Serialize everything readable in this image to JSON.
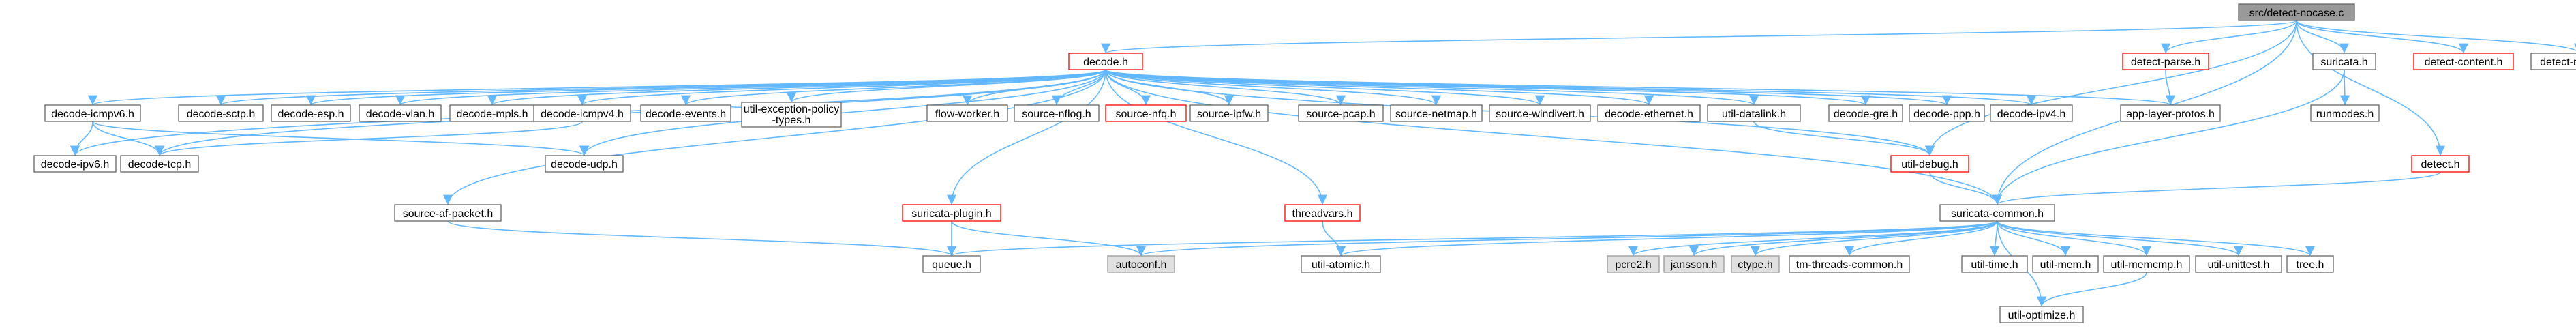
{
  "graph_title": "src/detect-nocase.c",
  "colors": {
    "edge": "#63b8ff",
    "node_border": "#666666",
    "node_fill": "#ffffff",
    "root_fill": "#999999",
    "red_border": "#ff0000",
    "system_fill": "#e0e0e0",
    "system_border": "#999999"
  },
  "nodes": [
    {
      "id": "n0",
      "label": "src/detect-nocase.c",
      "style": "root"
    },
    {
      "id": "n1",
      "label": "decode.h",
      "style": "red"
    },
    {
      "id": "n2",
      "label": "detect-parse.h",
      "style": "red"
    },
    {
      "id": "n3",
      "label": "suricata.h",
      "style": "normal"
    },
    {
      "id": "n4",
      "label": "detect-content.h",
      "style": "red"
    },
    {
      "id": "n5",
      "label": "detect-nocase.h",
      "style": "normal"
    },
    {
      "id": "n6",
      "label": "decode-icmpv6.h",
      "style": "normal"
    },
    {
      "id": "n7",
      "label": "decode-sctp.h",
      "style": "normal"
    },
    {
      "id": "n8",
      "label": "decode-esp.h",
      "style": "normal"
    },
    {
      "id": "n9",
      "label": "decode-vlan.h",
      "style": "normal"
    },
    {
      "id": "n10",
      "label": "decode-mpls.h",
      "style": "normal"
    },
    {
      "id": "n11",
      "label": "decode-icmpv4.h",
      "style": "normal"
    },
    {
      "id": "n12",
      "label": "decode-events.h",
      "style": "normal"
    },
    {
      "id": "n13",
      "label": "util-exception-policy-types.h",
      "style": "normal"
    },
    {
      "id": "n14",
      "label": "flow-worker.h",
      "style": "normal"
    },
    {
      "id": "n15",
      "label": "source-nflog.h",
      "style": "normal"
    },
    {
      "id": "n16",
      "label": "source-nfq.h",
      "style": "red"
    },
    {
      "id": "n17",
      "label": "source-ipfw.h",
      "style": "normal"
    },
    {
      "id": "n18",
      "label": "source-pcap.h",
      "style": "normal"
    },
    {
      "id": "n19",
      "label": "source-netmap.h",
      "style": "normal"
    },
    {
      "id": "n20",
      "label": "source-windivert.h",
      "style": "normal"
    },
    {
      "id": "n21",
      "label": "decode-ethernet.h",
      "style": "normal"
    },
    {
      "id": "n22",
      "label": "util-datalink.h",
      "style": "normal"
    },
    {
      "id": "n23",
      "label": "decode-gre.h",
      "style": "normal"
    },
    {
      "id": "n24",
      "label": "decode-ppp.h",
      "style": "normal"
    },
    {
      "id": "n25",
      "label": "decode-ipv4.h",
      "style": "normal"
    },
    {
      "id": "n26",
      "label": "app-layer-protos.h",
      "style": "normal"
    },
    {
      "id": "n27",
      "label": "runmodes.h",
      "style": "normal"
    },
    {
      "id": "n28",
      "label": "decode-ipv6.h",
      "style": "normal"
    },
    {
      "id": "n29",
      "label": "decode-tcp.h",
      "style": "normal"
    },
    {
      "id": "n30",
      "label": "decode-udp.h",
      "style": "normal"
    },
    {
      "id": "n31",
      "label": "util-debug.h",
      "style": "red"
    },
    {
      "id": "n32",
      "label": "detect.h",
      "style": "red"
    },
    {
      "id": "n33",
      "label": "source-af-packet.h",
      "style": "normal"
    },
    {
      "id": "n34",
      "label": "suricata-plugin.h",
      "style": "red"
    },
    {
      "id": "n35",
      "label": "threadvars.h",
      "style": "red"
    },
    {
      "id": "n36",
      "label": "suricata-common.h",
      "style": "normal"
    },
    {
      "id": "n37",
      "label": "queue.h",
      "style": "normal"
    },
    {
      "id": "n38",
      "label": "autoconf.h",
      "style": "system"
    },
    {
      "id": "n39",
      "label": "util-atomic.h",
      "style": "normal"
    },
    {
      "id": "n40",
      "label": "pcre2.h",
      "style": "system"
    },
    {
      "id": "n41",
      "label": "jansson.h",
      "style": "system"
    },
    {
      "id": "n42",
      "label": "ctype.h",
      "style": "system"
    },
    {
      "id": "n43",
      "label": "tm-threads-common.h",
      "style": "normal"
    },
    {
      "id": "n44",
      "label": "util-time.h",
      "style": "normal"
    },
    {
      "id": "n45",
      "label": "util-mem.h",
      "style": "normal"
    },
    {
      "id": "n46",
      "label": "util-memcmp.h",
      "style": "normal"
    },
    {
      "id": "n47",
      "label": "util-unittest.h",
      "style": "normal"
    },
    {
      "id": "n48",
      "label": "tree.h",
      "style": "normal"
    },
    {
      "id": "n49",
      "label": "util-optimize.h",
      "style": "normal"
    }
  ],
  "edges": [
    [
      "n0",
      "n1"
    ],
    [
      "n0",
      "n2"
    ],
    [
      "n0",
      "n3"
    ],
    [
      "n0",
      "n4"
    ],
    [
      "n0",
      "n5"
    ],
    [
      "n0",
      "n31"
    ],
    [
      "n0",
      "n32"
    ],
    [
      "n0",
      "n36"
    ],
    [
      "n1",
      "n6"
    ],
    [
      "n1",
      "n7"
    ],
    [
      "n1",
      "n8"
    ],
    [
      "n1",
      "n9"
    ],
    [
      "n1",
      "n10"
    ],
    [
      "n1",
      "n11"
    ],
    [
      "n1",
      "n12"
    ],
    [
      "n1",
      "n13"
    ],
    [
      "n1",
      "n14"
    ],
    [
      "n1",
      "n15"
    ],
    [
      "n1",
      "n16"
    ],
    [
      "n1",
      "n17"
    ],
    [
      "n1",
      "n18"
    ],
    [
      "n1",
      "n19"
    ],
    [
      "n1",
      "n20"
    ],
    [
      "n1",
      "n21"
    ],
    [
      "n1",
      "n22"
    ],
    [
      "n1",
      "n23"
    ],
    [
      "n1",
      "n24"
    ],
    [
      "n1",
      "n25"
    ],
    [
      "n1",
      "n26"
    ],
    [
      "n1",
      "n28"
    ],
    [
      "n1",
      "n29"
    ],
    [
      "n1",
      "n30"
    ],
    [
      "n1",
      "n31"
    ],
    [
      "n1",
      "n33"
    ],
    [
      "n1",
      "n34"
    ],
    [
      "n1",
      "n35"
    ],
    [
      "n1",
      "n36"
    ],
    [
      "n2",
      "n26"
    ],
    [
      "n3",
      "n27"
    ],
    [
      "n3",
      "n36"
    ],
    [
      "n32",
      "n36"
    ],
    [
      "n6",
      "n28"
    ],
    [
      "n6",
      "n29"
    ],
    [
      "n6",
      "n30"
    ],
    [
      "n11",
      "n29"
    ],
    [
      "n22",
      "n31"
    ],
    [
      "n31",
      "n36"
    ],
    [
      "n33",
      "n37"
    ],
    [
      "n34",
      "n37"
    ],
    [
      "n34",
      "n38"
    ],
    [
      "n35",
      "n39"
    ],
    [
      "n36",
      "n37"
    ],
    [
      "n36",
      "n38"
    ],
    [
      "n36",
      "n39"
    ],
    [
      "n36",
      "n40"
    ],
    [
      "n36",
      "n41"
    ],
    [
      "n36",
      "n42"
    ],
    [
      "n36",
      "n43"
    ],
    [
      "n36",
      "n44"
    ],
    [
      "n36",
      "n45"
    ],
    [
      "n36",
      "n46"
    ],
    [
      "n36",
      "n47"
    ],
    [
      "n36",
      "n48"
    ],
    [
      "n36",
      "n49"
    ],
    [
      "n46",
      "n49"
    ]
  ]
}
